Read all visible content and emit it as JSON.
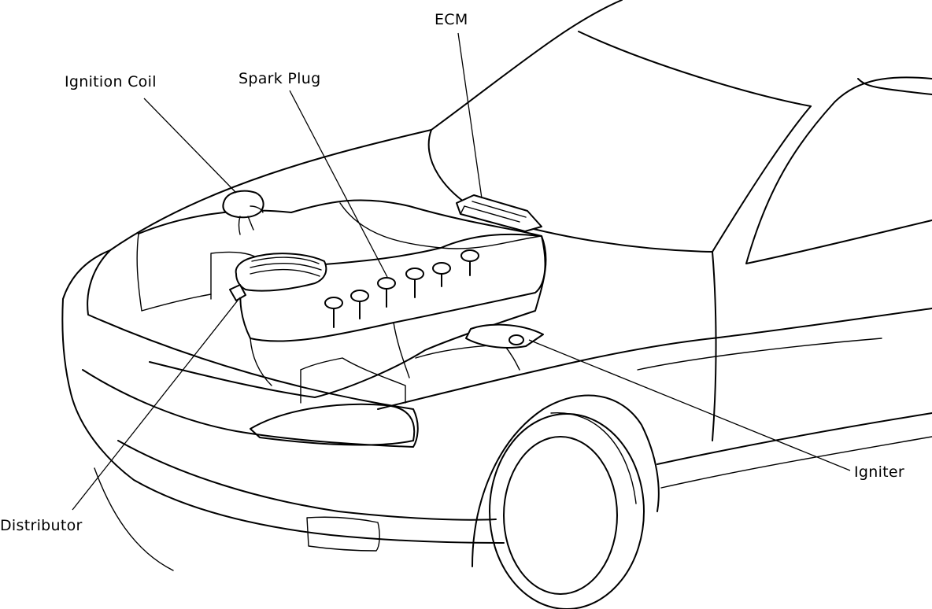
{
  "labels": {
    "ecm": "ECM",
    "ignition_coil": "Ignition Coil",
    "spark_plug": "Spark Plug",
    "distributor": "Distributor",
    "igniter": "Igniter"
  }
}
